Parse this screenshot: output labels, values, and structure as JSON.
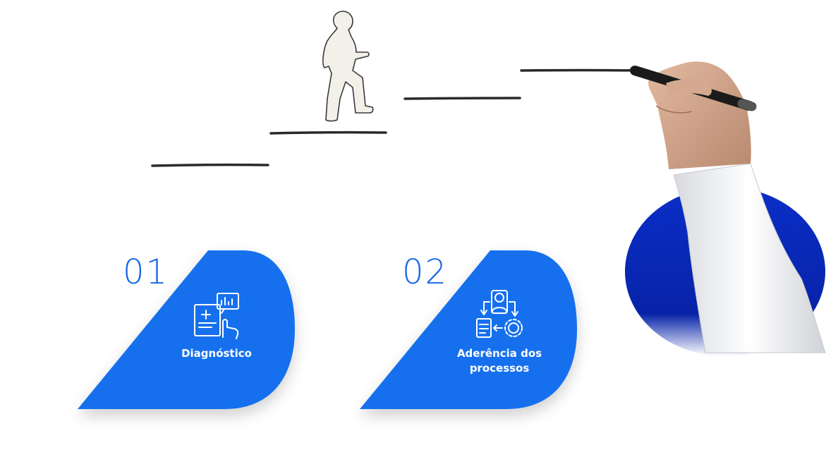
{
  "colors": {
    "card_blue": "#1970ee",
    "number_blue": "#1667e8",
    "circle_blue": "#0a2fc4",
    "stair_line": "#2a2a2a"
  },
  "icons": [
    "walking-man-icon",
    "diagnosis-icon",
    "process-adherence-icon",
    "hand-with-pen-icon"
  ],
  "steps": [
    {
      "number": "01",
      "label": "Diagnóstico"
    },
    {
      "number": "02",
      "label": "Aderência dos processos"
    }
  ]
}
